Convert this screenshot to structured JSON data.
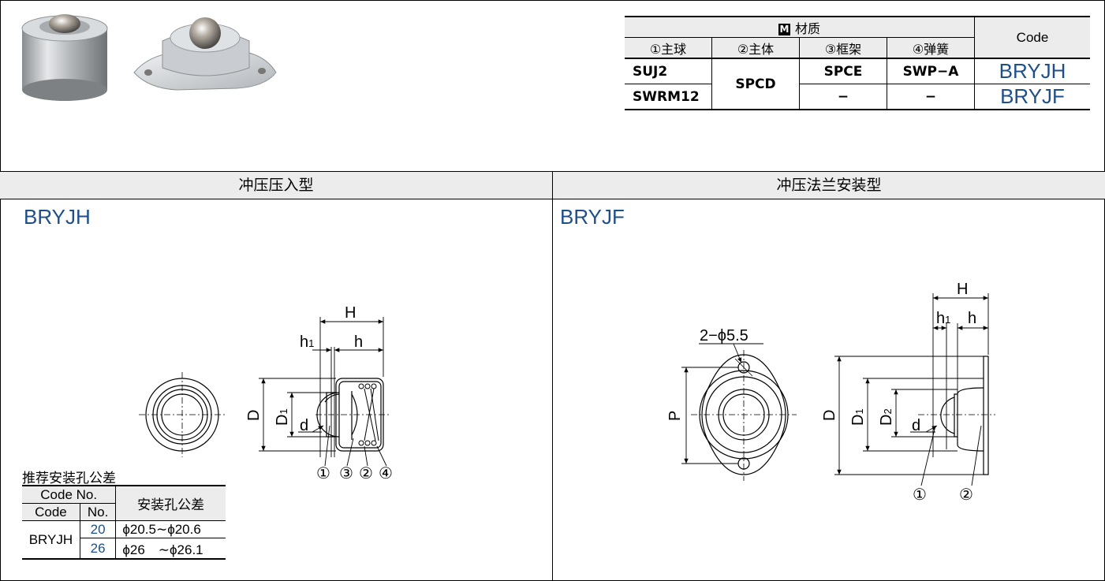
{
  "material_table": {
    "material_label": "材质",
    "material_icon": "M",
    "code_header": "Code",
    "columns": [
      "①主球",
      "②主体",
      "③框架",
      "④弹簧"
    ],
    "rows": [
      {
        "ball": "SUJ2",
        "frame": "SPCE",
        "spring": "SWP−A",
        "code": "BRYJH"
      },
      {
        "ball": "SWRM12",
        "frame": "−",
        "spring": "−",
        "code": "BRYJF"
      }
    ],
    "body_material": "SPCD"
  },
  "sections": {
    "left_title": "冲压压入型",
    "right_title": "冲压法兰安装型",
    "left_model": "BRYJH",
    "right_model": "BRYJF"
  },
  "left_drawing": {
    "dims": {
      "H": "H",
      "h1": "h",
      "h1_sub": "1",
      "h": "h",
      "D": "D",
      "D1": "D",
      "D1_sub": "1",
      "d": "d"
    },
    "callouts": [
      "①",
      "③",
      "②",
      "④"
    ]
  },
  "right_drawing": {
    "hole_note": "2−ϕ5.5",
    "dims": {
      "P": "P",
      "H": "H",
      "h1": "h",
      "h1_sub": "1",
      "h": "h",
      "D": "D",
      "D1": "D",
      "D1_sub": "1",
      "D2": "D",
      "D2_sub": "2",
      "d": "d"
    },
    "callouts": [
      "①",
      "②"
    ]
  },
  "tolerance": {
    "caption": "推荐安装孔公差",
    "header_code_no": "Code No.",
    "header_code": "Code",
    "header_no": "No.",
    "header_tol": "安装孔公差",
    "code": "BRYJH",
    "rows": [
      {
        "no": "20",
        "tol": "ϕ20.5∼ϕ20.6"
      },
      {
        "no": "26",
        "tol": "ϕ26　∼ϕ26.1"
      }
    ]
  },
  "colors": {
    "accent": "#1e4f8a",
    "header_bg": "#ececec"
  }
}
